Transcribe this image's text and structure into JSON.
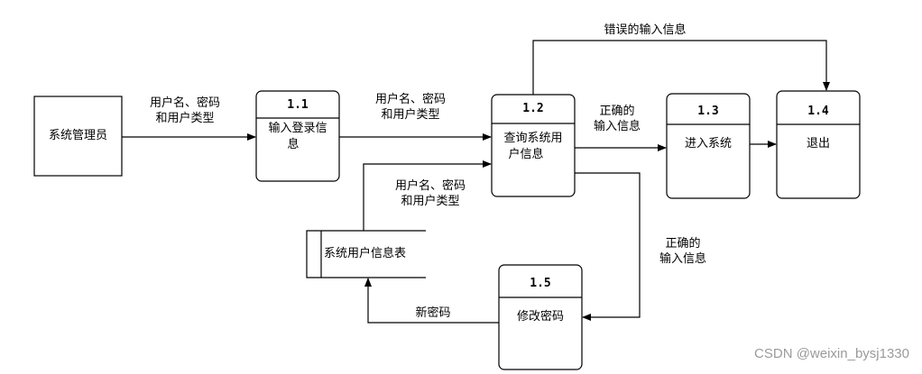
{
  "entity": {
    "name": "系统管理员"
  },
  "processes": [
    {
      "id": "1.1",
      "line1": "输入登录信",
      "line2": "息"
    },
    {
      "id": "1.2",
      "line1": "查询系统用",
      "line2": "户信息"
    },
    {
      "id": "1.3",
      "line1": "进入系统",
      "line2": ""
    },
    {
      "id": "1.4",
      "line1": "退出",
      "line2": ""
    },
    {
      "id": "1.5",
      "line1": "修改密码",
      "line2": ""
    }
  ],
  "datastore": {
    "name": "系统用户信息表"
  },
  "flows": {
    "admin_to_p11": {
      "line1": "用户名、密码",
      "line2": "和用户类型"
    },
    "p11_to_p12": {
      "line1": "用户名、密码",
      "line2": "和用户类型"
    },
    "store_to_p12": {
      "line1": "用户名、密码",
      "line2": "和用户类型"
    },
    "p12_to_p13": {
      "line1": "正确的",
      "line2": "输入信息"
    },
    "p12_to_p14": {
      "line1": "错误的输入信息"
    },
    "p12_to_p15": {
      "line1": "正确的",
      "line2": "输入信息"
    },
    "p15_to_store": {
      "line1": "新密码"
    }
  },
  "watermark": "CSDN @weixin_bysj1330"
}
